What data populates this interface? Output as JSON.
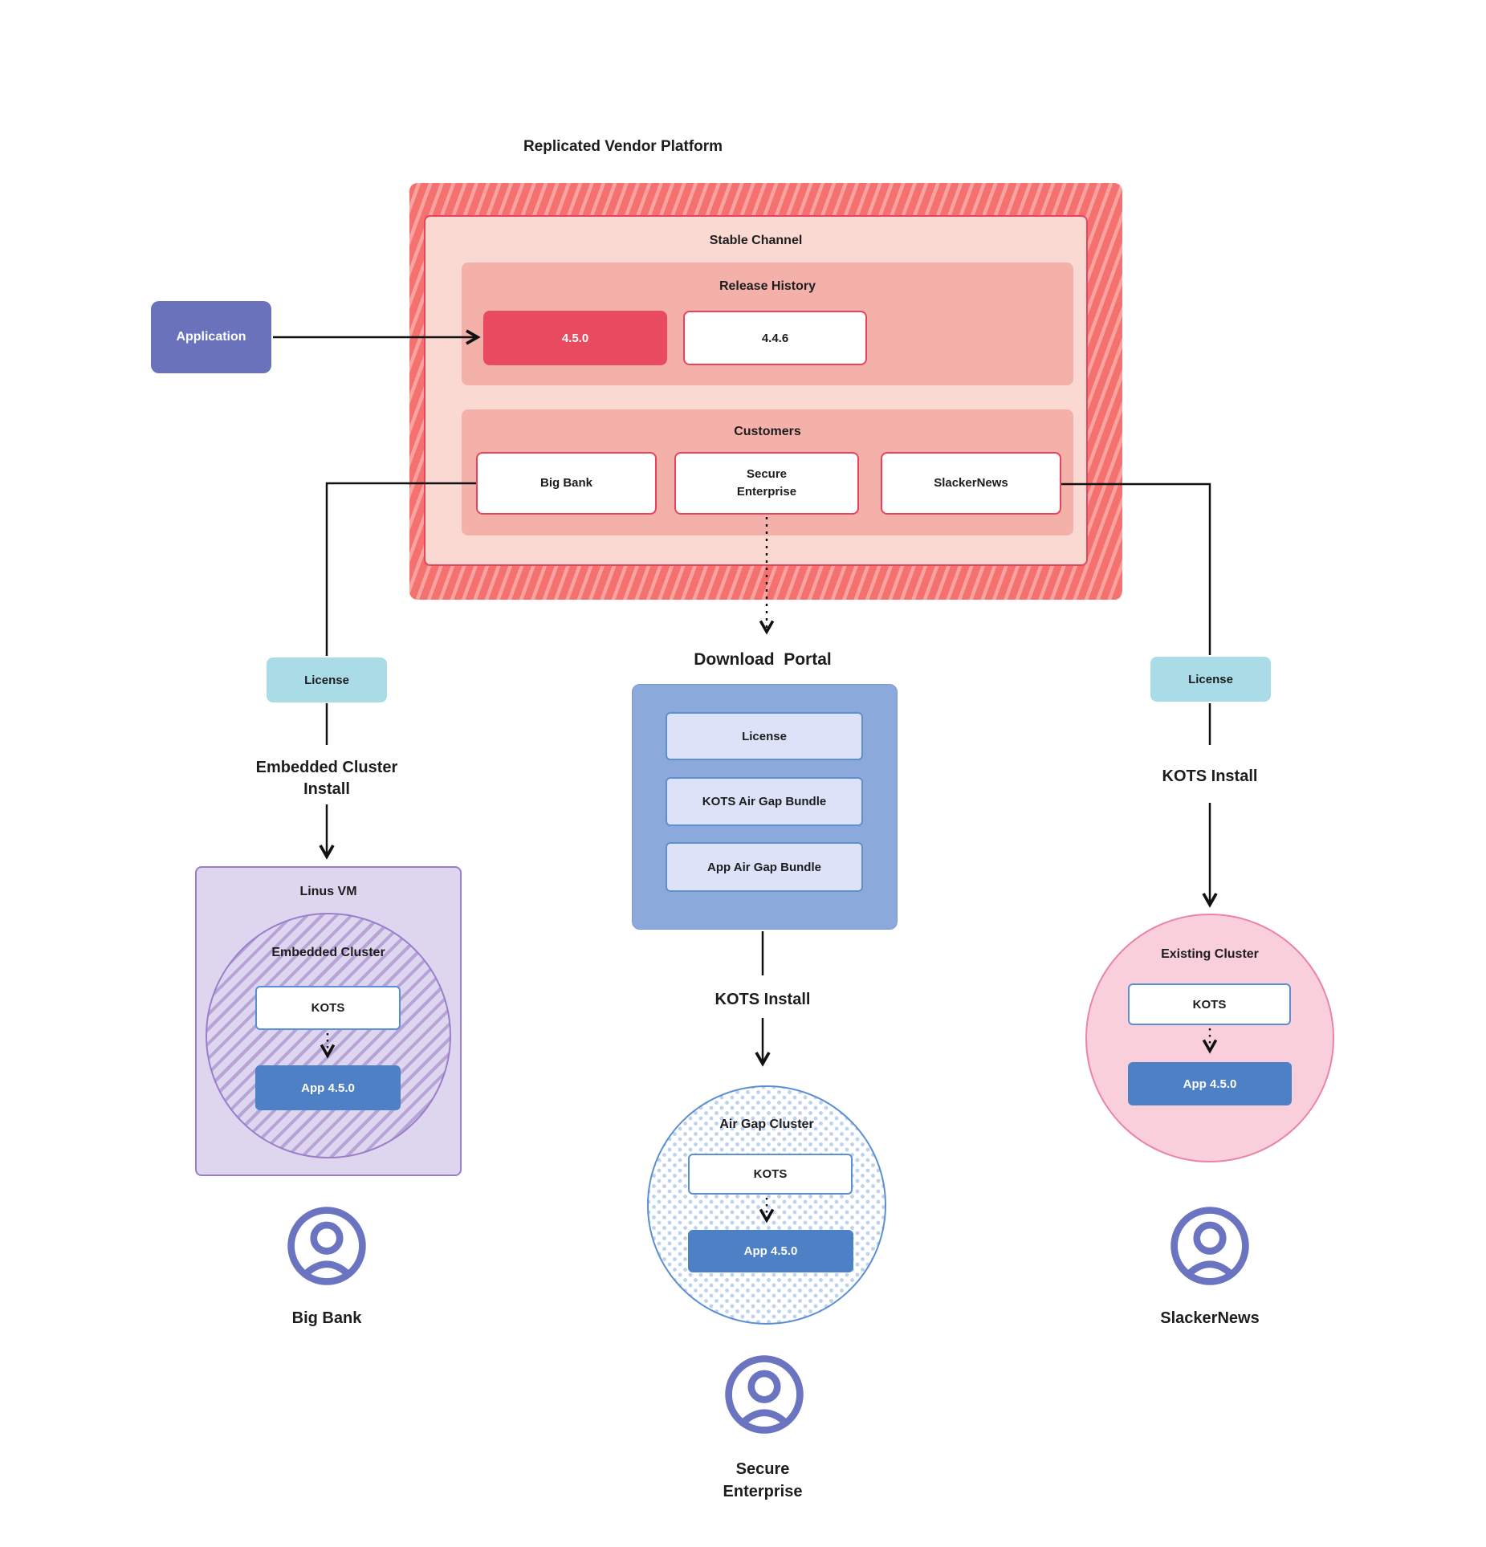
{
  "title": "Replicated Vendor Platform",
  "colors": {
    "platform_hatch_base": "#f4716f",
    "platform_hatch_stripe": "#f9a3a0",
    "platform_border_red": "#e8435c",
    "stable_channel_fill": "#fbd9d3",
    "section_fill": "#f4b1aa",
    "current_release_fill": "#ea4a5f",
    "application_fill": "#6a72bc",
    "license_fill": "#a9dce6",
    "vm_fill": "#ded6ee",
    "vm_border": "#9b7ec9",
    "app_blue": "#4d80c4",
    "kots_border": "#5c8fd2",
    "portal_fill": "#8ba9db",
    "portal_item_fill": "#dce2f7",
    "airgap_dot": "#bcd2ee",
    "existing_cluster_fill": "#f9cfdc",
    "existing_cluster_border": "#ed82a7",
    "user_icon": "#6b74c1",
    "connector": "#111111"
  },
  "platform": {
    "stable_channel_label": "Stable Channel",
    "release_history": {
      "label": "Release History",
      "current_release": "4.5.0",
      "previous_release": "4.4.6"
    },
    "customers": {
      "label": "Customers",
      "big_bank": "Big Bank",
      "secure_enterprise": "Secure\nEnterprise",
      "slackernews": "SlackerNews"
    }
  },
  "application": {
    "label": "Application"
  },
  "left_branch": {
    "license_label": "License",
    "install_method": "Embedded Cluster\nInstall",
    "vm_label": "Linus VM",
    "cluster_label": "Embedded Cluster",
    "kots_label": "KOTS",
    "app_label": "App 4.5.0",
    "customer_name": "Big Bank",
    "user_icon": "user-icon"
  },
  "middle_branch": {
    "portal_title": "Download  Portal",
    "portal_items": {
      "license": "License",
      "kots_bundle": "KOTS Air Gap Bundle",
      "app_bundle": "App Air Gap Bundle"
    },
    "install_method": "KOTS Install",
    "cluster_label": "Air Gap Cluster",
    "kots_label": "KOTS",
    "app_label": "App 4.5.0",
    "customer_name": "Secure\nEnterprise",
    "user_icon": "user-icon"
  },
  "right_branch": {
    "license_label": "License",
    "install_method": "KOTS Install",
    "cluster_label": "Existing Cluster",
    "kots_label": "KOTS",
    "app_label": "App 4.5.0",
    "customer_name": "SlackerNews",
    "user_icon": "user-icon"
  }
}
